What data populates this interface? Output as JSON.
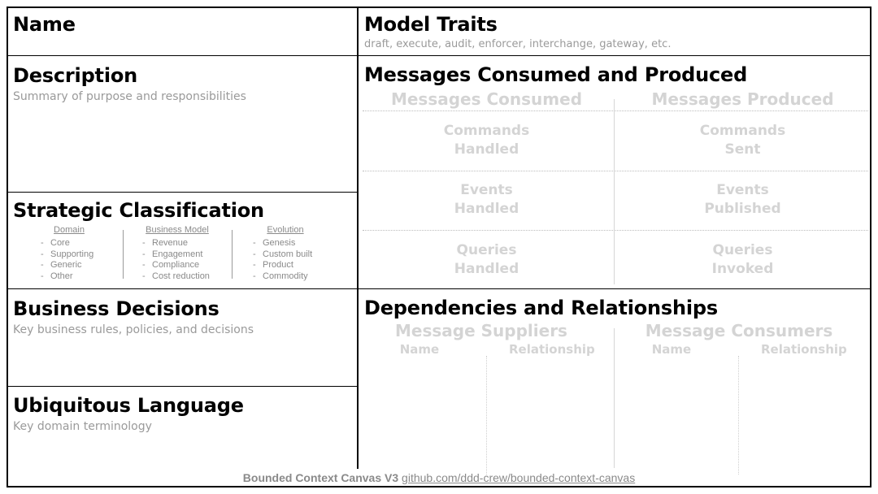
{
  "name": {
    "title": "Name"
  },
  "model_traits": {
    "title": "Model Traits",
    "subtitle": "draft, execute, audit, enforcer, interchange, gateway, etc."
  },
  "description": {
    "title": "Description",
    "subtitle": "Summary of purpose and responsibilities"
  },
  "messages": {
    "title": "Messages Consumed and Produced",
    "consumed_header": "Messages Consumed",
    "produced_header": "Messages Produced",
    "consumed": [
      {
        "line1": "Commands",
        "line2": "Handled"
      },
      {
        "line1": "Events",
        "line2": "Handled"
      },
      {
        "line1": "Queries",
        "line2": "Handled"
      }
    ],
    "produced": [
      {
        "line1": "Commands",
        "line2": "Sent"
      },
      {
        "line1": "Events",
        "line2": "Published"
      },
      {
        "line1": "Queries",
        "line2": "Invoked"
      }
    ]
  },
  "strategic": {
    "title": "Strategic Classification",
    "columns": [
      {
        "header": "Domain",
        "items": [
          "Core",
          "Supporting",
          "Generic",
          "Other"
        ]
      },
      {
        "header": "Business Model",
        "items": [
          "Revenue",
          "Engagement",
          "Compliance",
          "Cost reduction"
        ]
      },
      {
        "header": "Evolution",
        "items": [
          "Genesis",
          "Custom built",
          "Product",
          "Commodity"
        ]
      }
    ]
  },
  "business_decisions": {
    "title": "Business Decisions",
    "subtitle": "Key business rules, policies, and decisions"
  },
  "dependencies": {
    "title": "Dependencies and Relationships",
    "suppliers_header": "Message Suppliers",
    "consumers_header": "Message Consumers",
    "col_name": "Name",
    "col_relationship": "Relationship"
  },
  "ubiquitous_language": {
    "title": "Ubiquitous Language",
    "subtitle": "Key domain terminology"
  },
  "footer": {
    "brand": "Bounded Context Canvas V3",
    "link": "github.com/ddd-crew/bounded-context-canvas"
  }
}
